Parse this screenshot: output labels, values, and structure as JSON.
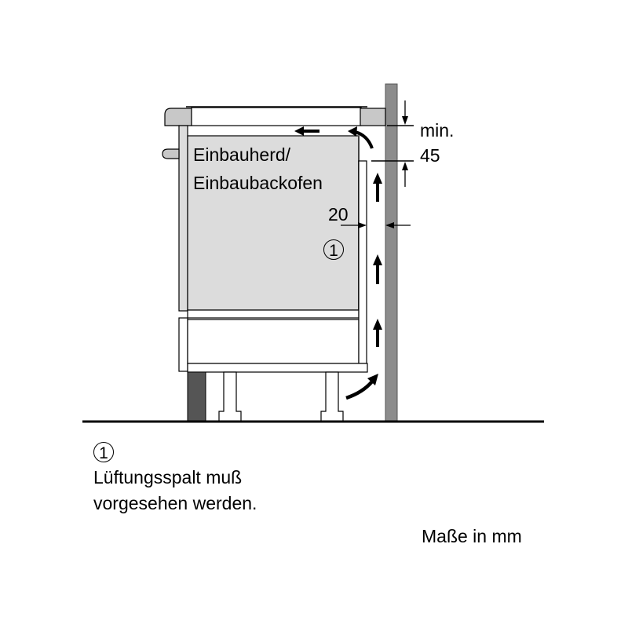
{
  "diagram": {
    "appliance_label_line1": "Einbauherd/",
    "appliance_label_line2": "Einbaubackofen",
    "gap_dimension": "20",
    "callout_marker": "1",
    "top_dimension_line1": "min.",
    "top_dimension_line2": "45",
    "colors": {
      "appliance_fill": "#dcdcdc",
      "worktop_fill": "#c8c8c8",
      "wall_fill": "#8c8c8c",
      "plinth_fill": "#555555",
      "line": "#000000"
    }
  },
  "legend": {
    "marker": "1",
    "note_line1": "Lüftungsspalt muß",
    "note_line2": "vorgesehen werden."
  },
  "units_note": "Maße in mm"
}
